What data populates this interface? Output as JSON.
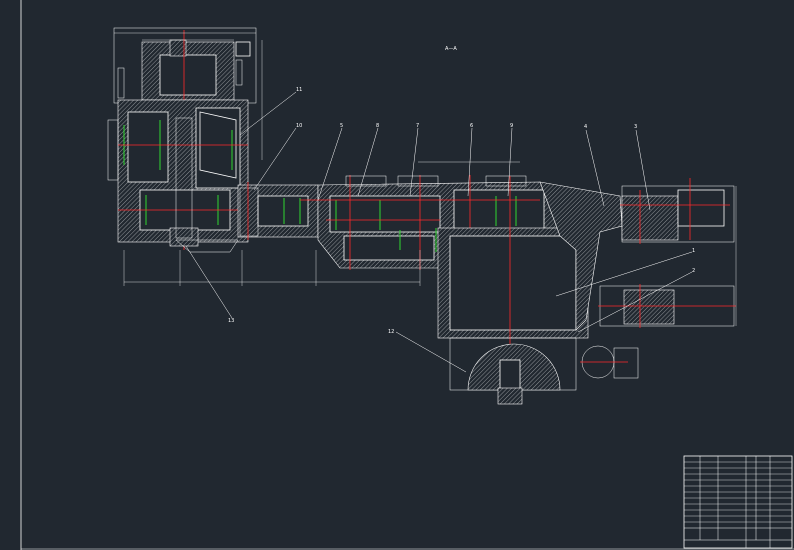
{
  "drawing": {
    "section_label": "A—A",
    "part_numbers": [
      "1",
      "2",
      "3",
      "4",
      "5",
      "6",
      "7",
      "8",
      "9",
      "10",
      "11",
      "12",
      "13"
    ]
  }
}
